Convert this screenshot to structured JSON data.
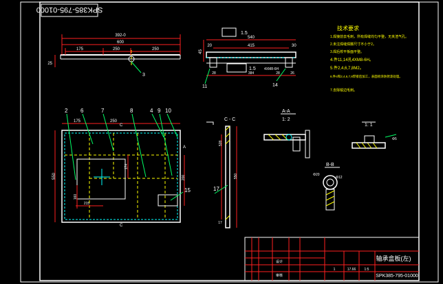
{
  "colors": {
    "background": "#000000",
    "frame": "#ffffff",
    "outline": "#ffffff",
    "dimension": "#ff2020",
    "centerline": "#ffff00",
    "hidden": "#00ffff",
    "note_text": "#ffff00",
    "hatch": "#ffff00",
    "leader": "#00ff66",
    "title_block": "#ff2020"
  },
  "drawing_number": "SPK385-795-01000",
  "drawing_number_rotated": "SPK385-795-01000",
  "tech_requirements": {
    "title": "技术要求",
    "items": [
      "1.焊接前去毛刺，所有焊缝均匀平整，无夹渣气孔。",
      "2.未注焊缝焊脚尺寸不小于2。",
      "3.焊后校平板面平整。",
      "4.件11,14孔4XM8-6H。",
      "5.件2,4,6,7,8M2。",
      "6.件4和2,4,6,7,8焊接后加工，表面喷涂防锈漆处理。",
      "7.去除锐边毛刺。"
    ]
  },
  "top_view": {
    "dim_overall": "392-0",
    "dim_total": "600",
    "dim_left": "175",
    "dim_mid": "250",
    "dim_right": "250",
    "dim_height": "25",
    "callout": "3"
  },
  "side_view": {
    "flatness": "1.5",
    "flatness_lower": "1.5",
    "dim_width": "540",
    "dim_inner": "415",
    "dim_right": "30",
    "dim_left": "20",
    "dim_height": "45",
    "dim_bottom_left": "28",
    "dim_bottom": "384",
    "dim_gap": "28",
    "dim_bottom_right": "26",
    "thread_note": "4XM8-6H",
    "callout_left": "11",
    "callout_right": "14"
  },
  "main_view": {
    "callouts": [
      "2",
      "6",
      "7",
      "8",
      "4",
      "9",
      "10",
      "15"
    ],
    "dim_top_left": "175",
    "dim_top_mid": "250",
    "dim_height": "550",
    "dim_inner_v": "174",
    "dim_right_v": "200",
    "dim_bottom_h": "215",
    "dim_bottom_v": "160",
    "section_mark": "C",
    "section_mark_a": "A"
  },
  "section_c": {
    "label": "C - C",
    "dim_height": "550",
    "dim_inner": "528",
    "dim_bottom": "17",
    "callout": "17"
  },
  "section_a": {
    "label": "A-A",
    "scale": "1: 2"
  },
  "detail_view": {
    "scale": "1: 1",
    "dim": "Φ5"
  },
  "section_b": {
    "label": "B-B",
    "dim_left": "Φ20",
    "dim_right": "Φ12"
  },
  "title_block": {
    "part_name": "轴承盒板(左)",
    "drawing_number": "SPK385-795-01000",
    "weight": "17.66",
    "scale": "1:5",
    "sheet": "1",
    "designer_label": "设计",
    "checker_label": "审核"
  }
}
